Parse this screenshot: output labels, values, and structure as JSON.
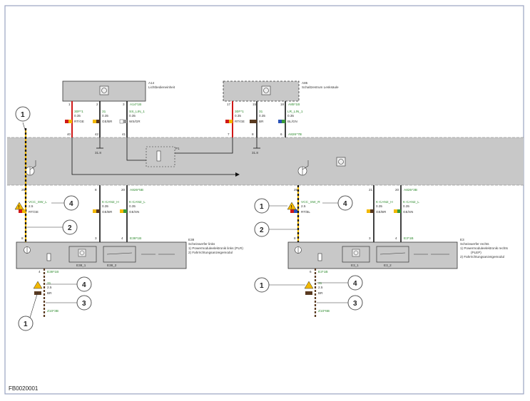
{
  "figure_code": "FB0020001",
  "modules": {
    "a14": {
      "id": "A14",
      "name": "Lichtbedieneinheit"
    },
    "a85": {
      "id": "A85",
      "name": "Schaltzentrum Lenksäule"
    },
    "e38": {
      "id": "E38",
      "name": "Scheinwerfer links",
      "sub1": "1)  Powermoduleelektronik links (PLR)",
      "sub2": "2)  Fahrrichtungsanzeigemodul",
      "pin_a": "E38_1",
      "pin_b": "E38_2"
    },
    "e3": {
      "id": "E3",
      "name": "Scheinwerfer rechts",
      "sub1": "1)  Powermoduleelektronik rechts",
      "sub1b": "(PLEP)",
      "sub2": "2)  Fahrrichtungsanzeigemodul",
      "pin_a": "E3_1",
      "pin_b": "E3_2"
    },
    "central_pin": "P1"
  },
  "wires_top_left": [
    {
      "pin": "1",
      "signal": "30F*1",
      "size": "0.35",
      "color": "RT/GE",
      "bottom_pin": "40"
    },
    {
      "pin": "2",
      "signal": "31",
      "size": "0.35",
      "color": "GE/BR",
      "bottom_pin": "42"
    },
    {
      "pin": "3",
      "signal": "SS_LIN_1",
      "size": "0.35",
      "color": "WS/GR",
      "bottom_pin": "41"
    }
  ],
  "wires_top_right": [
    {
      "pin": "17",
      "signal": "30F*1",
      "size": "0.35",
      "color": "RT/GE",
      "bottom_pin": "7"
    },
    {
      "pin": "15",
      "signal": "31",
      "size": "0.35",
      "color": "BR",
      "bottom_pin": "8"
    },
    {
      "pin": "18",
      "signal": "LR_LIN_1",
      "size": "0.35",
      "color": "BL/GN",
      "bottom_pin": "6"
    }
  ],
  "connectors_top": {
    "a14": "A14*1B",
    "a85": "A85*1B",
    "a14_bottom": "",
    "a85_bottom": "A826*7B"
  },
  "ground_label": "31.8",
  "left_lower": {
    "vcc_signal": "VCC_SW_L",
    "vcc_size": "2.5",
    "vcc_color": "RT/GE",
    "can_h": "K-CAN2_H",
    "can_h_size": "0.35",
    "can_h_color": "GE/BR",
    "can_l": "K-CAN2_L",
    "can_l_size": "0.35",
    "can_l_color": "GE/SN",
    "top_pins": [
      "25",
      "8",
      "20"
    ],
    "top_connector": "A826*5B",
    "bottom_pins": [
      "8",
      "3",
      "4"
    ],
    "bottom_connector": "E38*1B",
    "gnd_connector": "E38*1B",
    "gnd_pin": "4",
    "gnd_signal": "31",
    "gnd_size": "2.5",
    "gnd_color": "BR",
    "gnd_splice": "Z10*3B"
  },
  "right_lower": {
    "vcc_signal": "VCC_SW_R",
    "vcc_size": "2.5",
    "vcc_color": "RT/BL",
    "can_h": "K-CAN2_H",
    "can_h_size": "0.35",
    "can_h_color": "GE/BR",
    "can_l": "K-CAN2_L",
    "can_l_size": "0.35",
    "can_l_color": "GE/SN",
    "top_pins": [
      "25",
      "21",
      "20"
    ],
    "top_connector": "A826*3B",
    "bottom_pins": [
      "8",
      "3",
      "4"
    ],
    "bottom_connector": "E3*1B",
    "gnd_connector": "E3*1B",
    "gnd_pin": "6",
    "gnd_signal": "31",
    "gnd_size": "2.5",
    "gnd_color": "BR",
    "gnd_splice": "Z10*6B"
  },
  "callouts": [
    "1",
    "2",
    "3",
    "4"
  ],
  "colors": {
    "frame": "#9aa4c2",
    "band": "#c8c8c8",
    "module": "#c8c8c8",
    "wire_red": "#d01818",
    "wire_black": "#111111",
    "wire_brown": "#5a3a20",
    "warning": "#f2b800"
  }
}
